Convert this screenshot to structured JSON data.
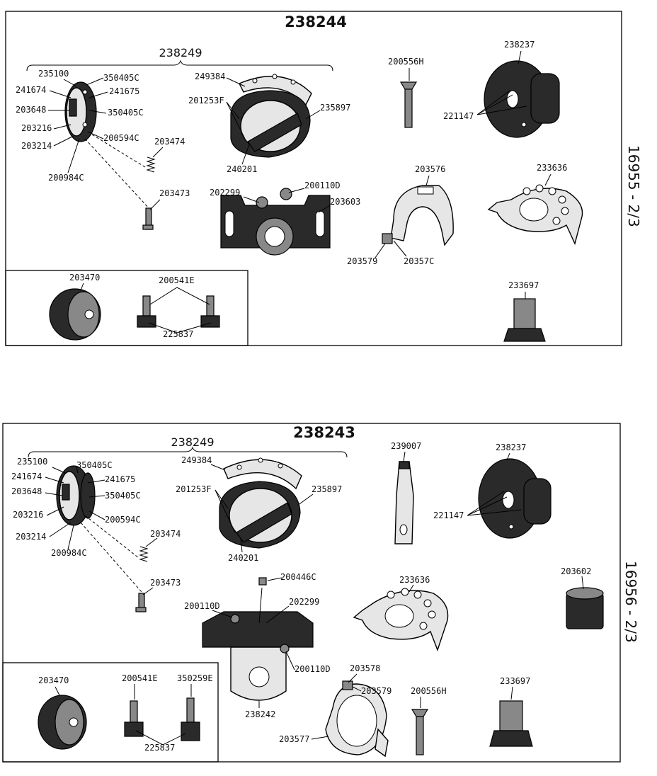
{
  "panel1": {
    "assembly": "238244",
    "sub_assembly": "238249",
    "side_label": "16955 - 2/3",
    "labels": {
      "l235100": "235100",
      "l350405c_a": "350405C",
      "l241674": "241674",
      "l241675": "241675",
      "l203648": "203648",
      "l350405c_b": "350405C",
      "l203216": "203216",
      "l200594c": "200594C",
      "l203214": "203214",
      "l200984c": "200984C",
      "l203474": "203474",
      "l203473": "203473",
      "l249384": "249384",
      "l201253f": "201253F",
      "l235897": "235897",
      "l240201": "240201",
      "l202299": "202299",
      "l200110d": "200110D",
      "l203603": "203603",
      "l200556h": "200556H",
      "l238237": "238237",
      "l221147": "221147",
      "l203576": "203576",
      "l233636": "233636",
      "l203579": "203579",
      "l203570": "20357C",
      "l203470": "203470",
      "l200541e": "200541E",
      "l225837": "225837",
      "l233697": "233697"
    }
  },
  "panel2": {
    "assembly": "238243",
    "sub_assembly": "238249",
    "side_label": "16956 - 2/3",
    "labels": {
      "l235100": "235100",
      "l350405c_a": "350405C",
      "l241674": "241674",
      "l241675": "241675",
      "l203648": "203648",
      "l350405c_b": "350405C",
      "l203216": "203216",
      "l200594c": "200594C",
      "l203214": "203214",
      "l200984c": "200984C",
      "l203474": "203474",
      "l203473": "203473",
      "l249384": "249384",
      "l201253f": "201253F",
      "l235897": "235897",
      "l240201": "240201",
      "l239007": "239007",
      "l238237": "238237",
      "l221147": "221147",
      "l200446c": "200446C",
      "l200110d_a": "200110D",
      "l202299": "202299",
      "l233636": "233636",
      "l203602": "203602",
      "l200110d_b": "200110D",
      "l238242": "238242",
      "l203578": "203578",
      "l203579": "203579",
      "l200556h": "200556H",
      "l233697": "233697",
      "l203577": "203577",
      "l203470": "203470",
      "l200541e": "200541E",
      "l350259e": "350259E",
      "l225837": "225837"
    }
  }
}
